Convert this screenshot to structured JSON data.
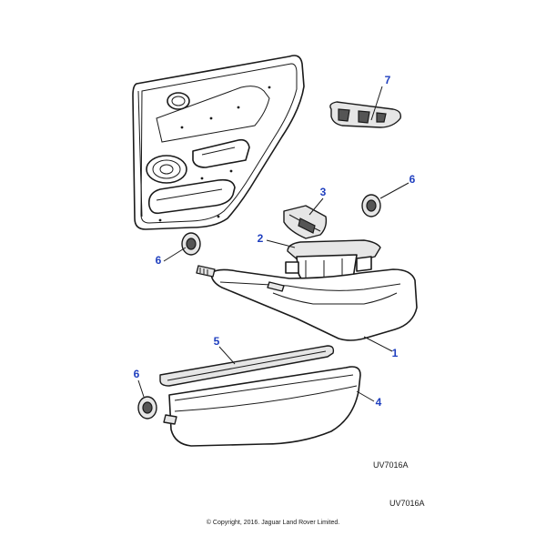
{
  "callouts": {
    "c1": "1",
    "c2": "2",
    "c3": "3",
    "c4": "4",
    "c5": "5",
    "c6a": "6",
    "c6b": "6",
    "c6c": "6",
    "c7": "7"
  },
  "diagram_ref_inner": "UV7016A",
  "diagram_ref_outer": "UV7016A",
  "copyright": "© Copyright, 2016. Jaguar Land Rover Limited."
}
